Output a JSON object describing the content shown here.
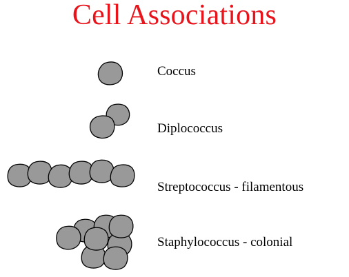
{
  "title": "Cell Associations",
  "colors": {
    "title": "#e8141c",
    "cell_fill": "#999999",
    "cell_stroke": "#000000",
    "background": "#ffffff"
  },
  "associations": [
    {
      "id": "coccus",
      "label": "Coccus"
    },
    {
      "id": "diplococcus",
      "label": "Diplococcus"
    },
    {
      "id": "streptococcus",
      "label": "Streptococcus - filamentous"
    },
    {
      "id": "staphylococcus",
      "label": "Staphylococcus - colonial"
    }
  ]
}
